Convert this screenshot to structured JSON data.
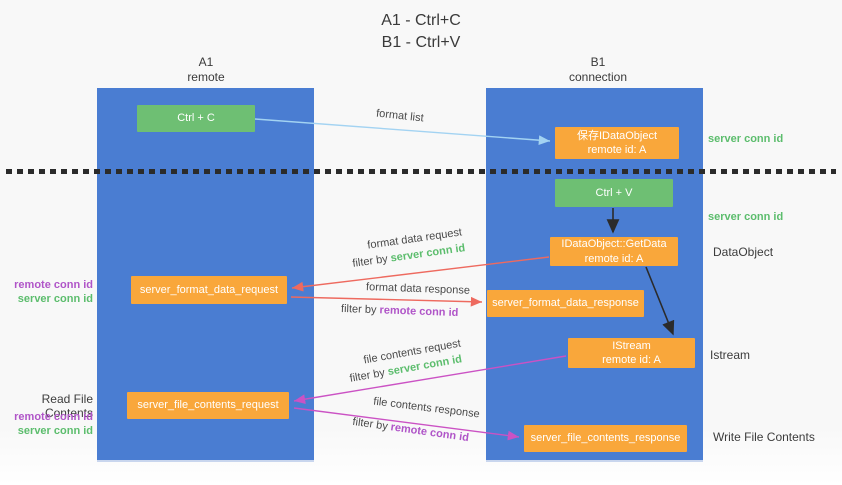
{
  "title": {
    "line1": "A1 - Ctrl+C",
    "line2": "B1 - Ctrl+V"
  },
  "columns": {
    "left": {
      "id": "A1",
      "subtitle": "remote"
    },
    "right": {
      "id": "B1",
      "subtitle": "connection"
    }
  },
  "boxes": {
    "ctrl_c": "Ctrl + C",
    "save_idataobject": {
      "line1": "保存IDataObject",
      "line2": "remote id: A"
    },
    "ctrl_v": "Ctrl + V",
    "getdata": {
      "line1": "IDataObject::GetData",
      "line2": "remote id: A"
    },
    "format_request": "server_format_data_request",
    "format_response": "server_format_data_response",
    "istream": {
      "line1": "IStream",
      "line2": "remote id: A"
    },
    "file_request": "server_file_contents_request",
    "file_response": "server_file_contents_response"
  },
  "side_labels": {
    "server_conn_id_top": "server conn id",
    "server_conn_id_mid": "server conn id",
    "dataobject": "DataObject",
    "istream": "Istream",
    "write_file_contents": "Write File Contents",
    "read_file_contents": "Read File Contents",
    "left_remote_conn_id_1": "remote conn id",
    "left_server_conn_id_1": "server conn id",
    "left_remote_conn_id_2": "remote conn id",
    "left_server_conn_id_2": "server conn id"
  },
  "arrow_labels": {
    "format_list": "format list",
    "format_data_request": "format data request",
    "format_data_response": "format data response",
    "file_contents_request": "file contents request",
    "file_contents_response": "file contents response",
    "filter_prefix": "filter by ",
    "server_conn_id": "server conn id",
    "remote_conn_id": "remote conn id"
  },
  "colors": {
    "blue": "#4a7dd2",
    "green": "#6ebf73",
    "orange": "#f9a73b",
    "green_text": "#5cbd6d",
    "purple_text": "#b055c8",
    "red_arrow": "#ee6a5f",
    "magenta_arrow": "#cb52c4",
    "light_blue_arrow": "#a3d3f2"
  }
}
